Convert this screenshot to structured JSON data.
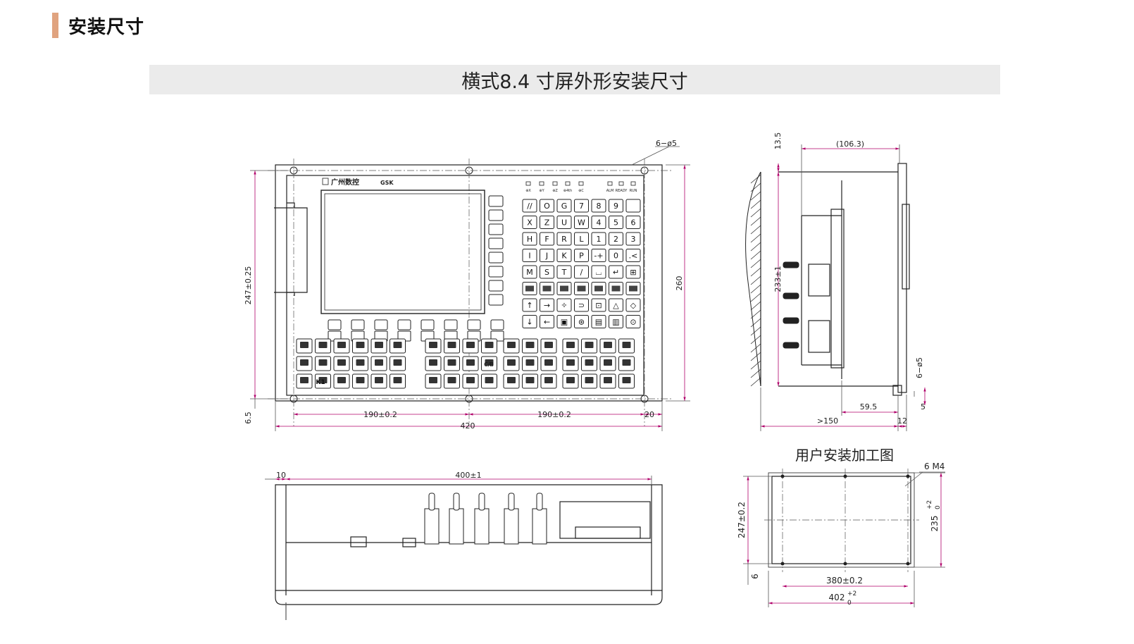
{
  "section_title": "安装尺寸",
  "banner_title": "横式8.4 寸屏外形安装尺寸",
  "front": {
    "logo_text": "广州数控",
    "model_text": "GSK",
    "hole_note": "6−ø5",
    "height_outer": "247±0.25",
    "height_total": "260",
    "bottom_offset": "6.5",
    "span_left": "190±0.2",
    "span_right": "190±0.2",
    "edge_offset": "20",
    "width_total": "420",
    "indicator_labels": [
      "⊕X",
      "⊕Y",
      "⊕Z",
      "⊕4th",
      "⊕C",
      "ALM",
      "READY",
      "RUN"
    ],
    "keypad": [
      [
        "//",
        "O",
        "G",
        "7",
        "8",
        "9"
      ],
      [
        "X",
        "Z",
        "U",
        "W",
        "4",
        "5",
        "6"
      ],
      [
        "H",
        "F",
        "R",
        "L",
        "1",
        "2",
        "3"
      ],
      [
        "I",
        "J",
        "K",
        "P",
        "-+",
        "0",
        ".<"
      ],
      [
        "M",
        "S",
        "T",
        "/",
        "⌴",
        "↵",
        "⊞"
      ],
      [
        "",
        "",
        "",
        "",
        "",
        "",
        ""
      ],
      [
        "↑",
        "→",
        "✧",
        "⊃",
        "⊡",
        "△",
        "◇"
      ],
      [
        "↓",
        "←",
        "▣",
        "⊛",
        "▤",
        "▥",
        "⊙"
      ]
    ],
    "k1_label": "K1",
    "cb_label": "C/B"
  },
  "side": {
    "depth_ref": "(106.3)",
    "top_offset": "13.5",
    "height": "233±1",
    "hole_note": "6−ø5",
    "depth_a": "59.5",
    "small_a": "5",
    "clearance": ">150",
    "thickness": "12"
  },
  "bottom": {
    "left_offset": "10",
    "span": "400±1"
  },
  "cutout": {
    "title": "用户安装加工图",
    "thread_note": "6  M4",
    "height_outer": "247±0.2",
    "height_inner": "235",
    "height_inner_tol": "+2",
    "height_inner_tol_low": "0",
    "bottom_offset": "6",
    "span": "380±0.2",
    "width": "402",
    "width_tol": "+2",
    "width_tol_low": "0"
  }
}
